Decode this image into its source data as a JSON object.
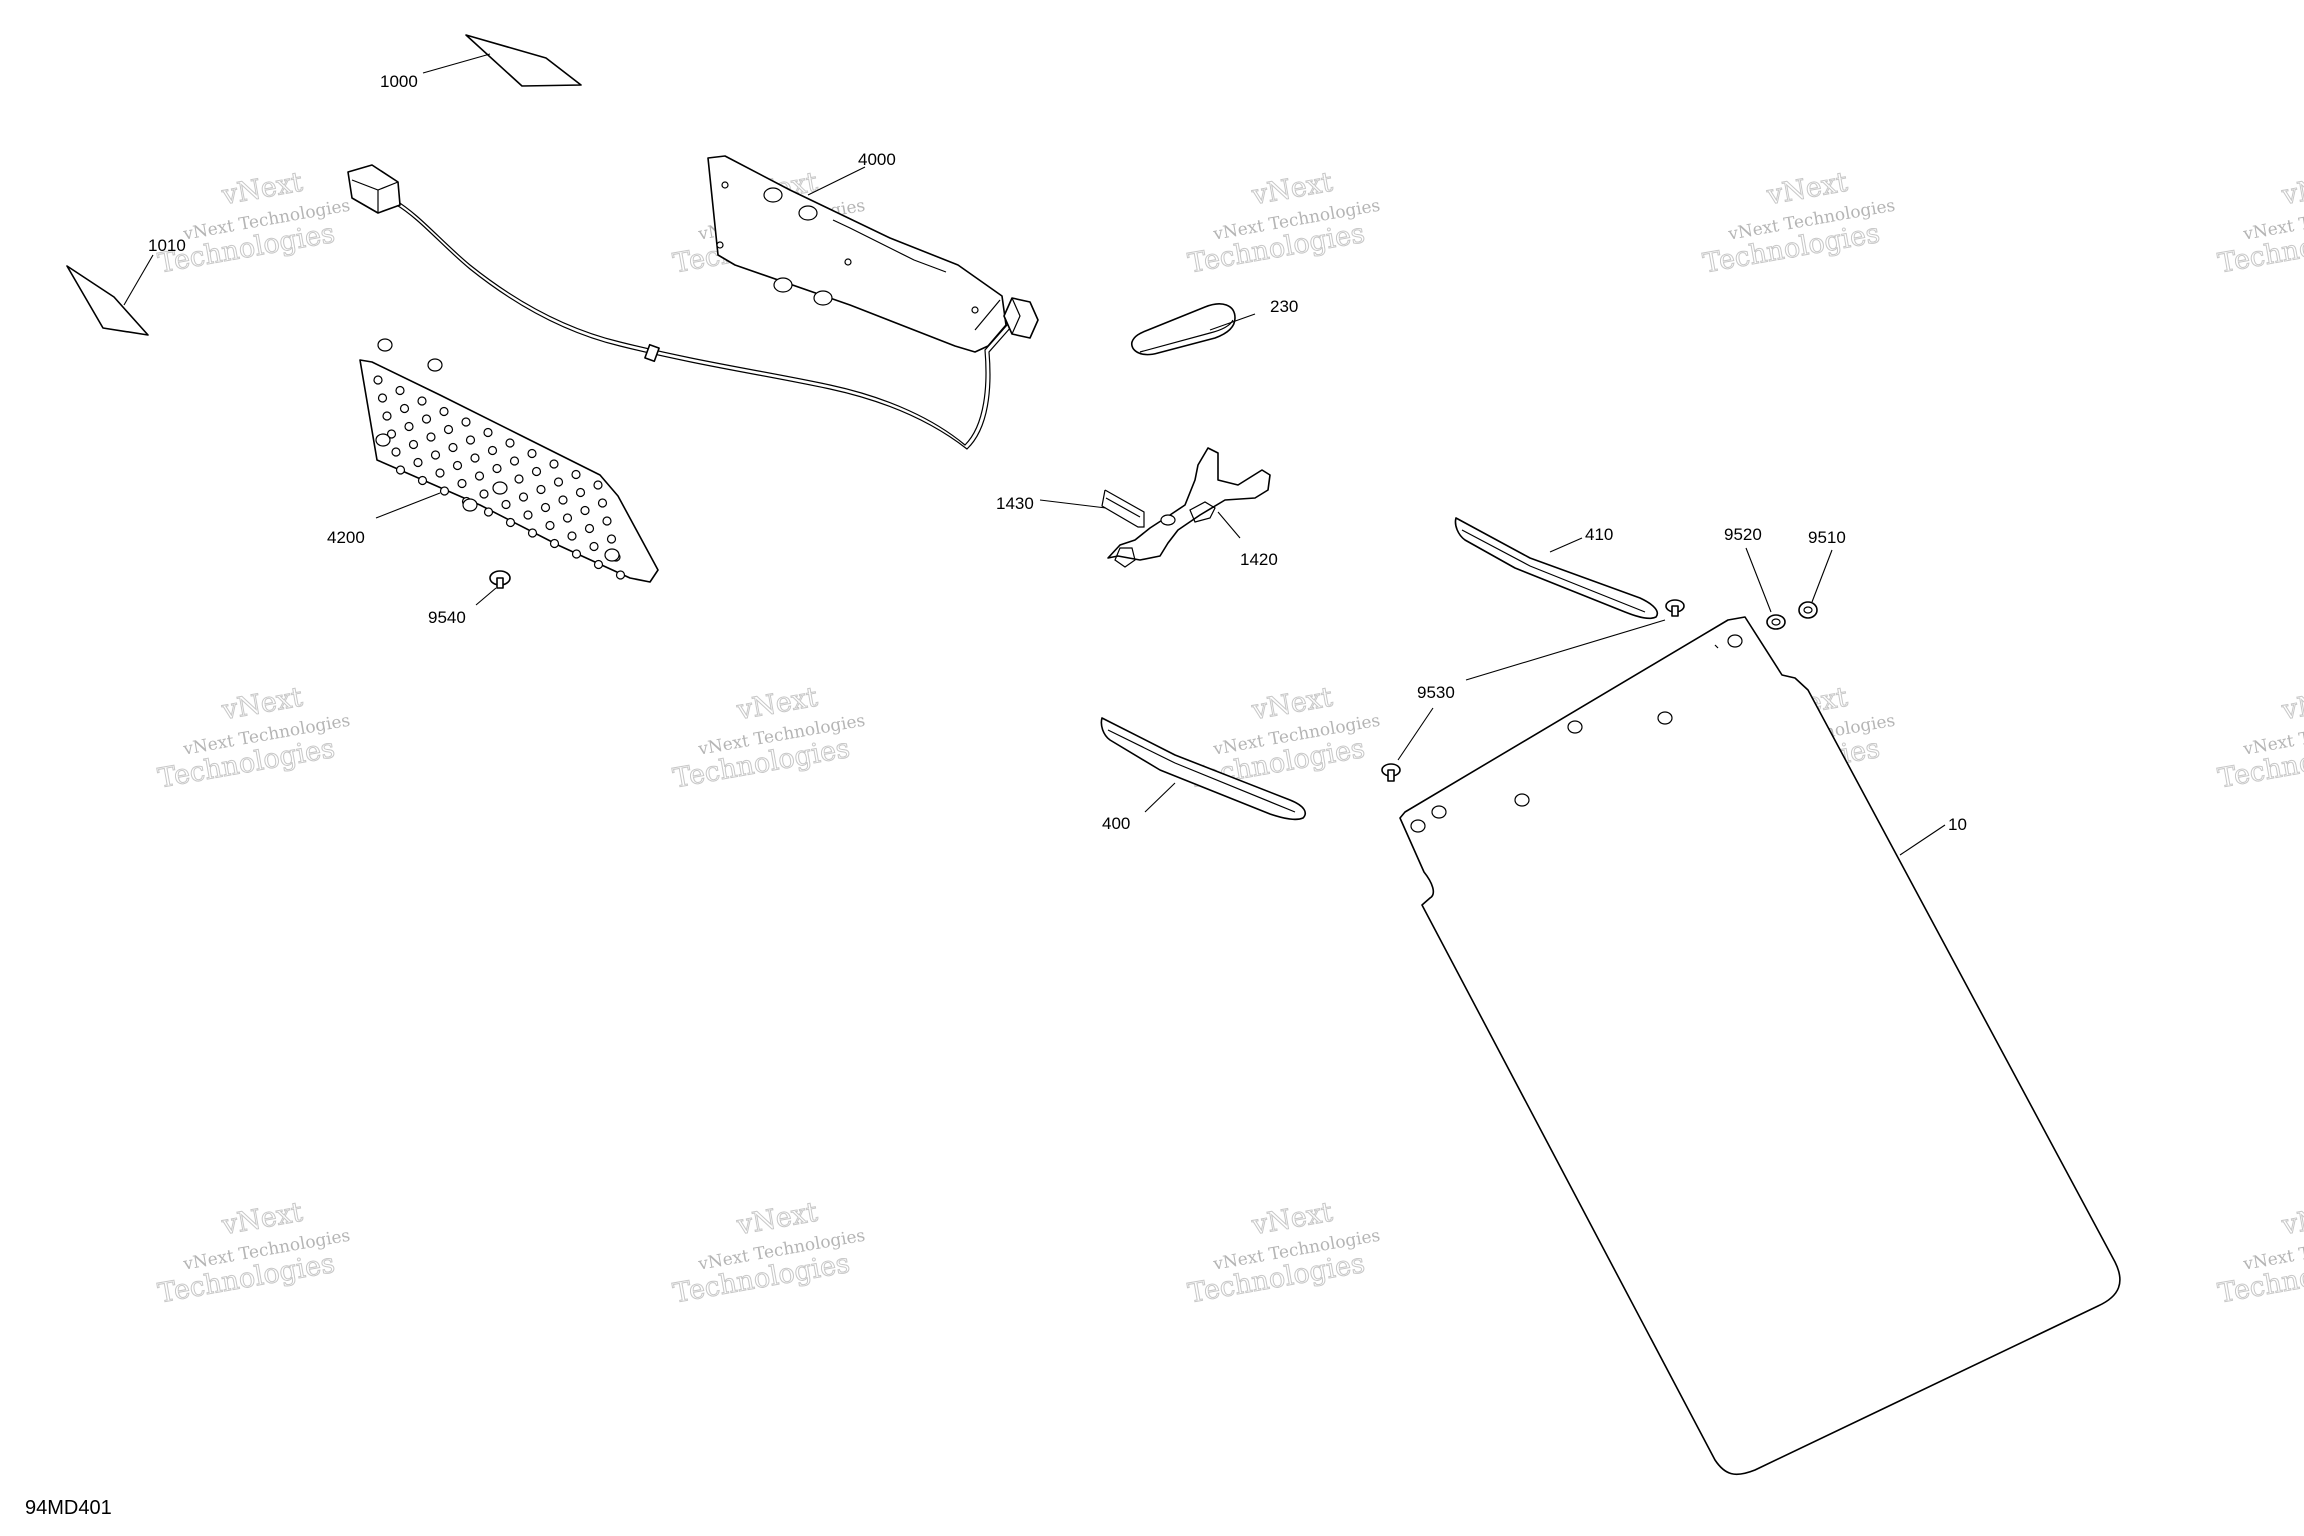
{
  "diagram": {
    "code": "94MD401",
    "watermark": {
      "line1": "vNext Technologies",
      "line2": "Technologies",
      "overlay": "vNext"
    },
    "callouts": {
      "p1000": "1000",
      "p1010": "1010",
      "p4000": "4000",
      "p4200": "4200",
      "p9540": "9540",
      "p230": "230",
      "p1430": "1430",
      "p1420": "1420",
      "p410": "410",
      "p9520": "9520",
      "p9510": "9510",
      "p9530": "9530",
      "p400": "400",
      "p10": "10"
    }
  }
}
